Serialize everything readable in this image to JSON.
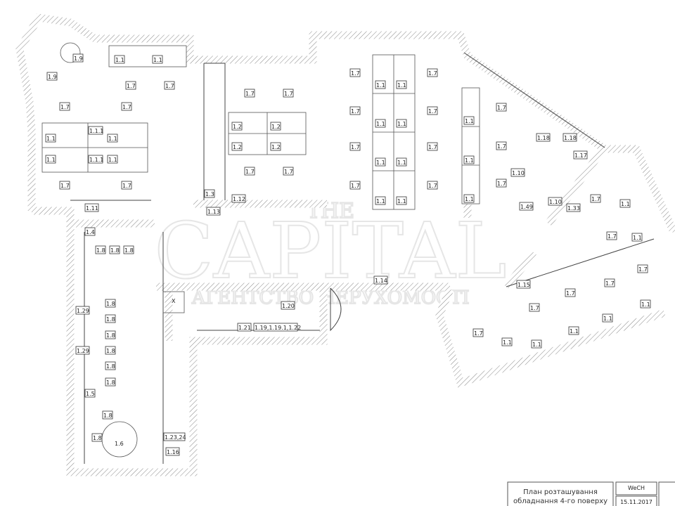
{
  "watermark": {
    "brand_small": "THE",
    "brand": "CAPITAL",
    "tagline": "АГЕНТСТВО НЕРУХОМОСТІ"
  },
  "title_block": {
    "title_line1": "План розташування",
    "title_line2": "обладнання 4-го поверху",
    "project": "WeCH",
    "date": "15.11.2017"
  },
  "labels": {
    "tl": [
      "1.9",
      "1.9",
      "1.1",
      "1.1",
      "1.7",
      "1.7",
      "1.7",
      "1.7",
      "1.1",
      "1.1.1",
      "1.1",
      "1.1",
      "1.1.1",
      "1.1",
      "1.7",
      "1.7",
      "1.11"
    ],
    "mid": [
      "1.7",
      "1.7",
      "1.2",
      "1.2",
      "1.2",
      "1.2",
      "1.7",
      "1.7",
      "1.3",
      "1.12",
      "1.13"
    ],
    "big": [
      "1.7",
      "1.7",
      "1.7",
      "1.7",
      "1.7",
      "1.7",
      "1.7",
      "1.7",
      "1.1",
      "1.1",
      "1.1",
      "1.1",
      "1.1",
      "1.1",
      "1.1",
      "1.1",
      "1.1",
      "1.1",
      "1.1",
      "1.7",
      "1.7",
      "1.7"
    ],
    "right": [
      "1.18",
      "1.18",
      "1.17",
      "1.10",
      "1.10",
      "1.49",
      "1.33",
      "1.7",
      "1.1",
      "1.7",
      "1.1",
      "1.7",
      "1.15",
      "1.7",
      "1.7",
      "1.7",
      "1.7",
      "1.1",
      "1.1",
      "1.1",
      "1.1",
      "1.1"
    ],
    "lower": [
      "1.4",
      "1.8",
      "1.8",
      "1.8",
      "1.29",
      "1.29",
      "1.8",
      "1.8",
      "1.8",
      "1.8",
      "1.8",
      "1.8",
      "1.5",
      "1.8",
      "1.8",
      "1.6",
      "1.23,24",
      "1.16",
      "X",
      "1.20",
      "1.21",
      "1.19,1.19.1,1.22",
      "1.14"
    ]
  }
}
